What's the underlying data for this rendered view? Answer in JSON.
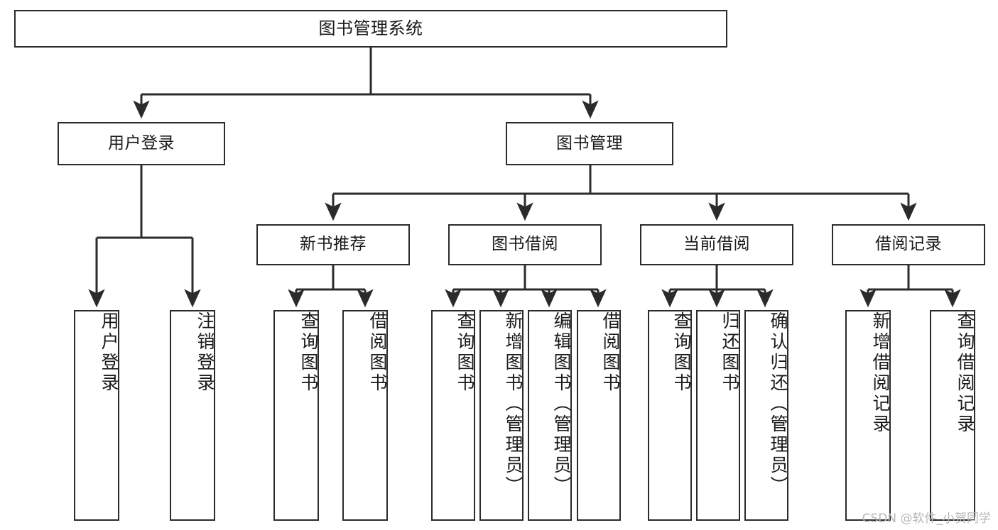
{
  "diagram": {
    "title": "图书管理系统",
    "type": "tree-hierarchy-chart",
    "line_color": "#2b2b2b",
    "box_fill": "#ffffff",
    "text_color": "#1a1a1a"
  },
  "watermark": {
    "text": "CSDN @软件_小贺同学",
    "color": "#b6b6b6"
  },
  "nodes": {
    "root": {
      "label": "图书管理系统"
    },
    "level1": [
      {
        "label": "用户登录"
      },
      {
        "label": "图书管理"
      }
    ],
    "level2": [
      {
        "label": "新书推荐"
      },
      {
        "label": "图书借阅"
      },
      {
        "label": "当前借阅"
      },
      {
        "label": "借阅记录"
      }
    ],
    "leaves": {
      "user_login": [
        {
          "label": "用户登录"
        },
        {
          "label": "注销登录"
        }
      ],
      "new_book_recommend": [
        {
          "label": "查询图书"
        },
        {
          "label": "借阅图书"
        }
      ],
      "book_borrow": [
        {
          "label": "查询图书"
        },
        {
          "label": "新增图书（管理员）"
        },
        {
          "label": "编辑图书（管理员）"
        },
        {
          "label": "借阅图书"
        }
      ],
      "current_borrow": [
        {
          "label": "查询图书"
        },
        {
          "label": "归还图书"
        },
        {
          "label": "确认归还（管理员）"
        }
      ],
      "borrow_record": [
        {
          "label": "新增借阅记录"
        },
        {
          "label": "查询借阅记录"
        }
      ]
    }
  }
}
